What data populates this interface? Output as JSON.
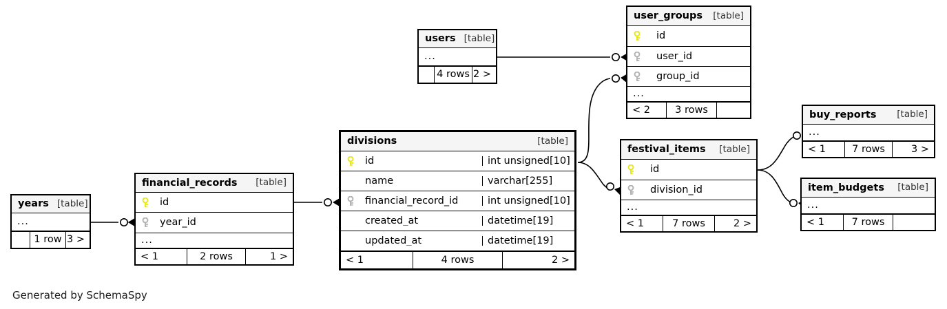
{
  "diagram": {
    "caption": "Generated by SchemaSpy",
    "table_tag": "[table]",
    "ellipsis": "...",
    "colors": {
      "primary_key_icon": "#e8e81c",
      "foreign_key_icon": "#b3b3b3",
      "header_background": "#f5f5f5",
      "border": "#000000",
      "background": "#ffffff"
    }
  },
  "tables": {
    "years": {
      "name": "years",
      "tag": "[table]",
      "columns": [],
      "ellipsis": "...",
      "footer": {
        "left": "",
        "center": "1 row",
        "right": "3 >"
      }
    },
    "financial_records": {
      "name": "financial_records",
      "tag": "[table]",
      "columns": [
        {
          "key": "primary",
          "name": "id",
          "type": ""
        },
        {
          "key": "foreign",
          "name": "year_id",
          "type": ""
        }
      ],
      "ellipsis": "...",
      "footer": {
        "left": "< 1",
        "center": "2 rows",
        "right": "1 >"
      }
    },
    "divisions": {
      "name": "divisions",
      "tag": "[table]",
      "focal": true,
      "columns": [
        {
          "key": "primary",
          "name": "id",
          "type": "int unsigned[10]"
        },
        {
          "key": "none",
          "name": "name",
          "type": "varchar[255]"
        },
        {
          "key": "foreign",
          "name": "financial_record_id",
          "type": "int unsigned[10]"
        },
        {
          "key": "none",
          "name": "created_at",
          "type": "datetime[19]"
        },
        {
          "key": "none",
          "name": "updated_at",
          "type": "datetime[19]"
        }
      ],
      "footer": {
        "left": "< 1",
        "center": "4 rows",
        "right": "2 >"
      }
    },
    "users": {
      "name": "users",
      "tag": "[table]",
      "columns": [],
      "ellipsis": "...",
      "footer": {
        "left": "",
        "center": "4 rows",
        "right": "2 >"
      }
    },
    "user_groups": {
      "name": "user_groups",
      "tag": "[table]",
      "columns": [
        {
          "key": "primary",
          "name": "id",
          "type": ""
        },
        {
          "key": "foreign",
          "name": "user_id",
          "type": ""
        },
        {
          "key": "foreign",
          "name": "group_id",
          "type": ""
        }
      ],
      "ellipsis": "...",
      "footer": {
        "left": "< 2",
        "center": "3 rows",
        "right": ""
      }
    },
    "festival_items": {
      "name": "festival_items",
      "tag": "[table]",
      "columns": [
        {
          "key": "primary",
          "name": "id",
          "type": ""
        },
        {
          "key": "foreign",
          "name": "division_id",
          "type": ""
        }
      ],
      "ellipsis": "...",
      "footer": {
        "left": "< 1",
        "center": "7 rows",
        "right": "2 >"
      }
    },
    "buy_reports": {
      "name": "buy_reports",
      "tag": "[table]",
      "columns": [],
      "ellipsis": "...",
      "footer": {
        "left": "< 1",
        "center": "7 rows",
        "right": "3 >"
      }
    },
    "item_budgets": {
      "name": "item_budgets",
      "tag": "[table]",
      "columns": [],
      "ellipsis": "...",
      "footer": {
        "left": "< 1",
        "center": "7 rows",
        "right": ""
      }
    }
  },
  "relationships": [
    {
      "from": "years",
      "to": "financial_records.year_id"
    },
    {
      "from": "financial_records.id",
      "to": "divisions.financial_record_id"
    },
    {
      "from": "users",
      "to": "user_groups.user_id"
    },
    {
      "from": "divisions.id",
      "to": "user_groups.group_id"
    },
    {
      "from": "divisions.id",
      "to": "festival_items.division_id"
    },
    {
      "from": "festival_items.id",
      "to": "buy_reports"
    },
    {
      "from": "festival_items.id",
      "to": "item_budgets"
    }
  ]
}
